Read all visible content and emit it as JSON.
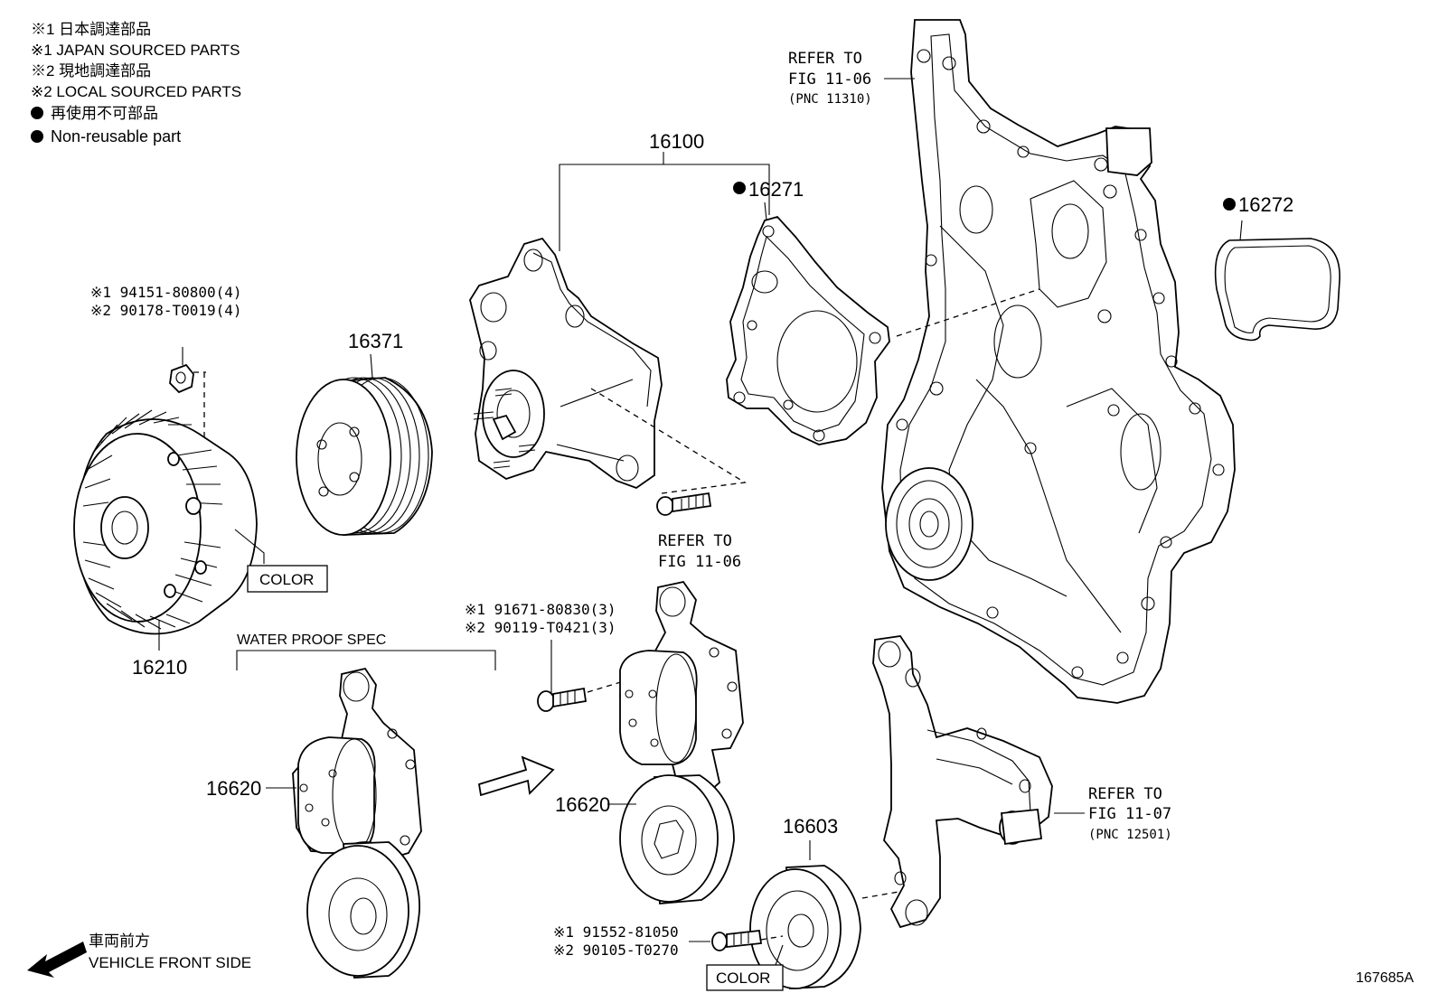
{
  "legend": {
    "line1": "※1 日本調達部品",
    "line2": "※1 JAPAN SOURCED PARTS",
    "line3": "※2 現地調達部品",
    "line4": "※2 LOCAL SOURCED PARTS",
    "line5": "再使用不可部品",
    "line6": "Non-reusable part"
  },
  "refs": {
    "fig1106_top": [
      "REFER TO",
      "FIG 11-06",
      "(PNC 11310)"
    ],
    "fig1106_mid": [
      "REFER TO",
      "FIG 11-06"
    ],
    "fig1107": [
      "REFER TO",
      "FIG 11-07",
      "(PNC 12501)"
    ]
  },
  "parts": {
    "p16100": "16100",
    "p16271": "16271",
    "p16272": "16272",
    "p16371": "16371",
    "p16210": "16210",
    "p16620a": "16620",
    "p16620b": "16620",
    "p16603": "16603"
  },
  "fasteners": {
    "nut_a": "※1 94151-80800(4)",
    "nut_b": "※2 90178-T0019(4)",
    "bolt1_a": "※1 91671-80830(3)",
    "bolt1_b": "※2 90119-T0421(3)",
    "bolt2_a": "※1 91552-81050",
    "bolt2_b": "※2 90105-T0270"
  },
  "color_tag_1": "COLOR",
  "color_tag_2": "COLOR",
  "water_proof": "WATER PROOF SPEC",
  "front": {
    "jp": "車両前方",
    "en": "VEHICLE FRONT SIDE"
  },
  "diagram_id": "167685A"
}
